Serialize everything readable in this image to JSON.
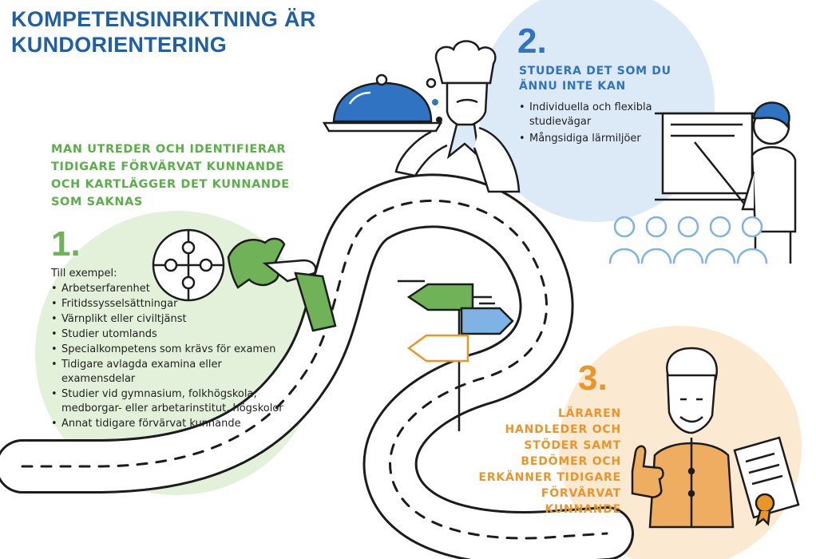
{
  "title_lines": [
    "KOMPETENSINRIKTNING ÄR",
    "KUNDORIENTERING"
  ],
  "step1": {
    "number": "1.",
    "heading": "MAN UTREDER OCH IDENTIFIERAR TIDIGARE FÖRVÄRVAT KUNNANDE OCH KARTLÄGGER DET KUNNANDE SOM SAKNAS",
    "intro": "Till exempel:",
    "items": [
      "Arbetserfarenhet",
      "Fritidssysselsättningar",
      "Värnplikt eller civiltjänst",
      "Studier utomlands",
      "Specialkompetens som krävs för examen",
      "Tidigare avlagda examina eller examensdelar",
      "Studier vid gymnasium, folkhögskola, medborgar- eller arbetarinstitut, högskolor",
      "Annat tidigare förvärvat kunnande"
    ]
  },
  "step2": {
    "number": "2.",
    "heading": "STUDERA DET SOM DU ÄNNU INTE KAN",
    "items": [
      "Individuella och flexibla studievägar",
      "Mångsidiga lärmiljöer"
    ]
  },
  "step3": {
    "number": "3.",
    "heading_lines": [
      "LÄRAREN",
      "HANDLEDER OCH",
      "STÖDER SAMT",
      "BEDÖMER OCH",
      "ERKÄNNER TIDIGARE",
      "FÖRVÄRVAT",
      "KUNNANDE"
    ]
  },
  "colors": {
    "title": "#1f5fa6",
    "green": "#6fb257",
    "green_circle": "#e3f0da",
    "blue": "#2f73c2",
    "blue_circle": "#dce9f7",
    "orange": "#e9952a",
    "orange_circle": "#fce9d2",
    "ink": "#1c1c1c"
  },
  "icons": [
    "puzzle-icon",
    "cloche-icon",
    "chef-icon",
    "signpost-icon",
    "teacher-icon",
    "audience-icon",
    "certificate-icon",
    "thumbs-up-icon"
  ]
}
